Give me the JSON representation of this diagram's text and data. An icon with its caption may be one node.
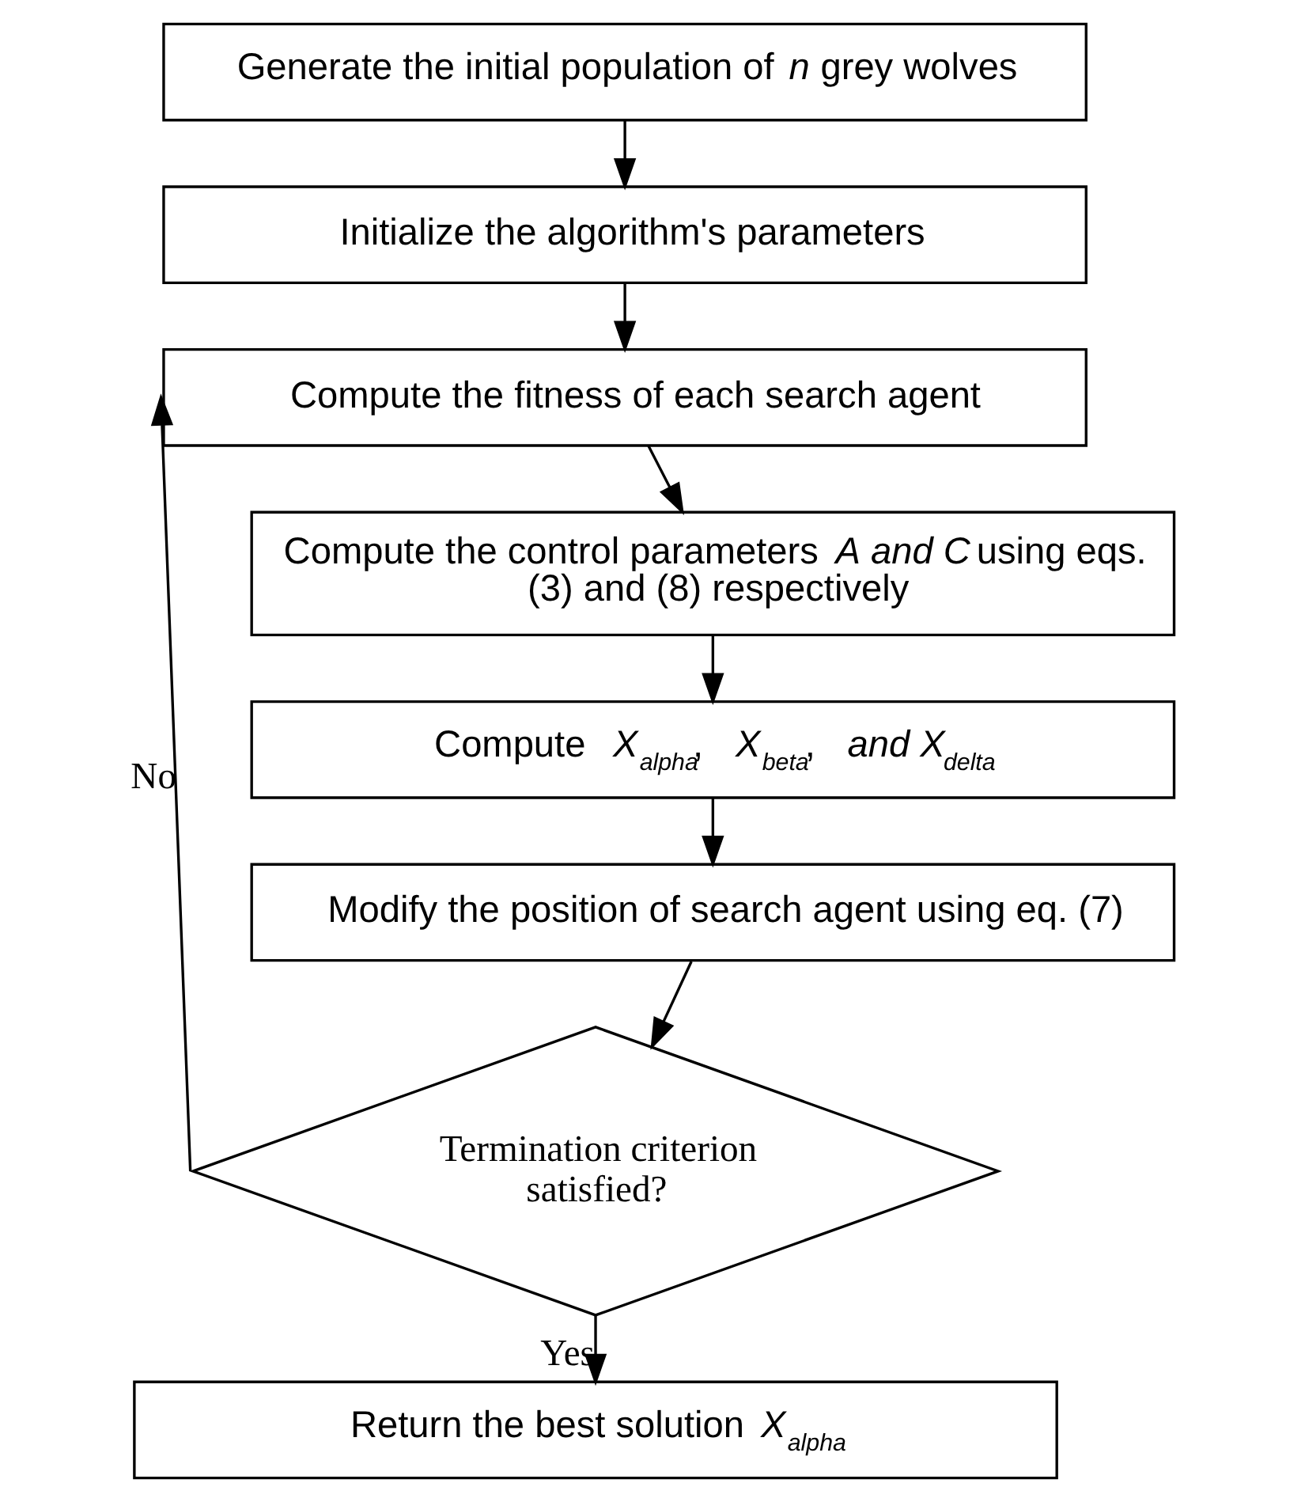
{
  "diagram": {
    "nodes": [
      {
        "text": [
          "Generate the initial population of *n* grey wolves"
        ]
      },
      {
        "text": [
          "Initialize the algorithm's parameters"
        ]
      },
      {
        "text": [
          "Compute the fitness of each search agent"
        ]
      },
      {
        "text": [
          "Compute the control parameters *A and C* using eqs. (3) and (8) respectively"
        ]
      },
      {
        "text": [
          "Compute *X*$_{alpha}$, *X*$_{beta}$, *and X*$_{delta}$"
        ]
      },
      {
        "text": [
          "Modify the position of search agent using eq. (7)"
        ]
      },
      {
        "text": [
          "Termination criterion satisfied?"
        ]
      },
      {
        "text": [
          "Return the best solution *X*$_{alpha}$"
        ]
      }
    ],
    "edges": [
      {
        "from": 0,
        "to": 1,
        "arrow": "to"
      },
      {
        "from": 1,
        "to": 2,
        "arrow": "to"
      },
      {
        "from": 2,
        "to": 3,
        "arrow": "to"
      },
      {
        "from": 3,
        "to": 4,
        "arrow": "to"
      },
      {
        "from": 4,
        "to": 5,
        "arrow": "to"
      },
      {
        "from": 5,
        "to": 6,
        "arrow": "to"
      },
      {
        "from": 6,
        "to": 2,
        "label": "No",
        "arrow": "to"
      },
      {
        "from": 6,
        "to": 7,
        "label": "Yes",
        "arrow": "to"
      }
    ]
  }
}
